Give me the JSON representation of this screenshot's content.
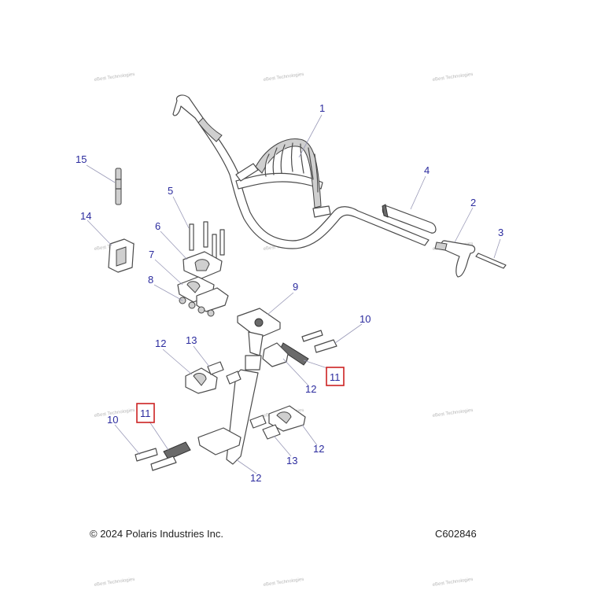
{
  "callouts": {
    "c1": "1",
    "c2": "2",
    "c3": "3",
    "c4": "4",
    "c5": "5",
    "c6": "6",
    "c7": "7",
    "c8": "8",
    "c9": "9",
    "c10a": "10",
    "c10b": "10",
    "c11a": "11",
    "c11b": "11",
    "c12a": "12",
    "c12b": "12",
    "c12c": "12",
    "c12d": "12",
    "c13a": "13",
    "c13b": "13",
    "c14": "14",
    "c15": "15"
  },
  "watermark_text": "eBest Technologies",
  "footer": {
    "copyright": "© 2024 Polaris Industries Inc.",
    "diagram_code": "C602846"
  },
  "colors": {
    "callout": "#2b2b9e",
    "highlight": "#cc2222"
  }
}
